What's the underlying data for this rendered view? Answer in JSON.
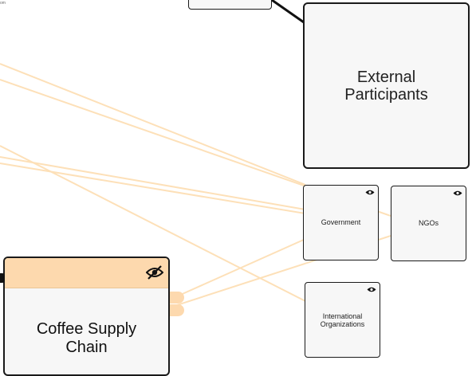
{
  "canvas": {
    "corner_text": "om",
    "edge_color": "#fde0b8",
    "node_fill": "#f7f7f7",
    "group_header_color": "#fdd9ae"
  },
  "nodes": {
    "external_participants": {
      "label": "External\nParticipants"
    },
    "government": {
      "label": "Government",
      "icon": "eye-icon"
    },
    "ngos": {
      "label": "NGOs",
      "icon": "eye-icon"
    },
    "international_organizations": {
      "label": "International\nOrganizations",
      "icon": "eye-icon"
    },
    "coffee_supply_chain": {
      "label": "Coffee Supply\nChain",
      "icon": "eye-off-icon"
    }
  }
}
